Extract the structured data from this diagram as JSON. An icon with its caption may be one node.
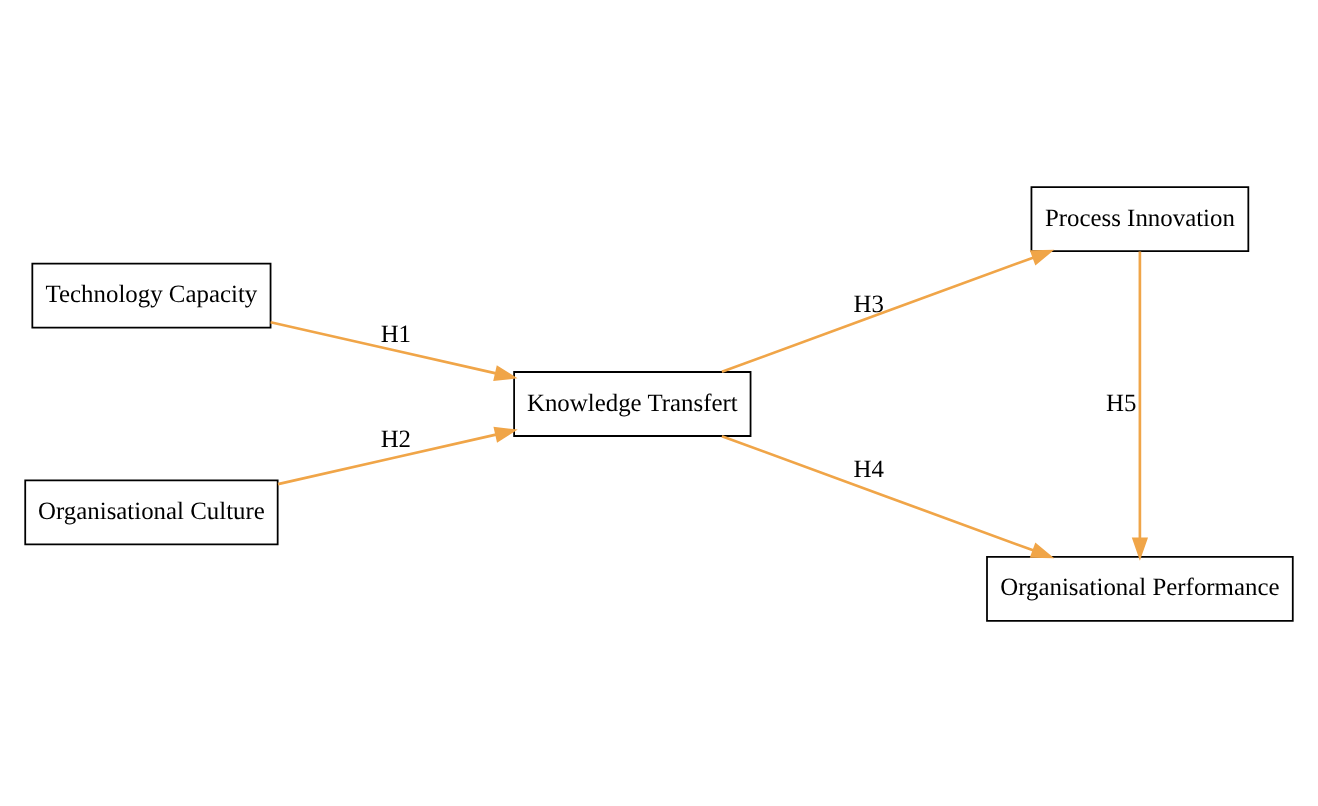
{
  "diagram": {
    "nodes": [
      {
        "text": [
          "Technology Capacity"
        ]
      },
      {
        "text": [
          "Organisational Culture"
        ]
      },
      {
        "text": [
          "Knowledge Transfert"
        ]
      },
      {
        "text": [
          "Process Innovation"
        ]
      },
      {
        "text": [
          "Organisational Performance"
        ]
      }
    ],
    "edges": [
      {
        "from": 0,
        "to": 2,
        "arrow": "to",
        "label": "H1"
      },
      {
        "from": 1,
        "to": 2,
        "arrow": "to",
        "label": "H2"
      },
      {
        "from": 2,
        "to": 3,
        "arrow": "to",
        "label": "H3"
      },
      {
        "from": 2,
        "to": 4,
        "arrow": "to",
        "label": "H4"
      },
      {
        "from": 3,
        "to": 4,
        "arrow": "to",
        "label": "H5"
      }
    ]
  }
}
